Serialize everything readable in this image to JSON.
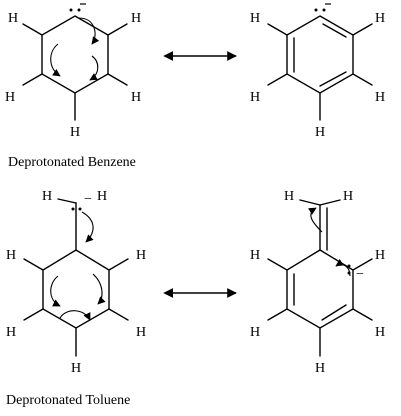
{
  "figure": {
    "caption_benzene": "Deprotonated Benzene",
    "caption_toluene": "Deprotonated Toluene",
    "atom_label": "H",
    "charge_label": "−",
    "colors": {
      "ink": "#000000",
      "background": "#ffffff"
    }
  }
}
